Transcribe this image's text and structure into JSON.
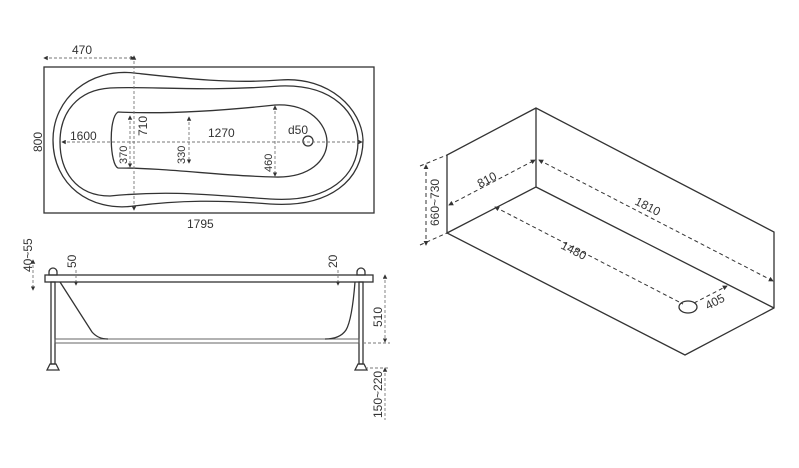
{
  "top_view": {
    "width_470": "470",
    "height_800": "800",
    "length_1795": "1795",
    "inner_length_1600": "1600",
    "floor_length_1270": "1270",
    "width_710": "710",
    "width_370": "370",
    "width_330": "330",
    "width_460": "460",
    "drain_d50": "d50"
  },
  "side_view": {
    "rim_40_55": "40~55",
    "dim_50": "50",
    "dim_20": "20",
    "depth_510": "510",
    "legs_150_220": "150~220"
  },
  "iso_view": {
    "height_660_730": "660~730",
    "width_810": "810",
    "length_1810": "1810",
    "length_1480": "1480",
    "drain_405": "405"
  },
  "colors": {
    "line": "#333333",
    "background": "#ffffff"
  }
}
